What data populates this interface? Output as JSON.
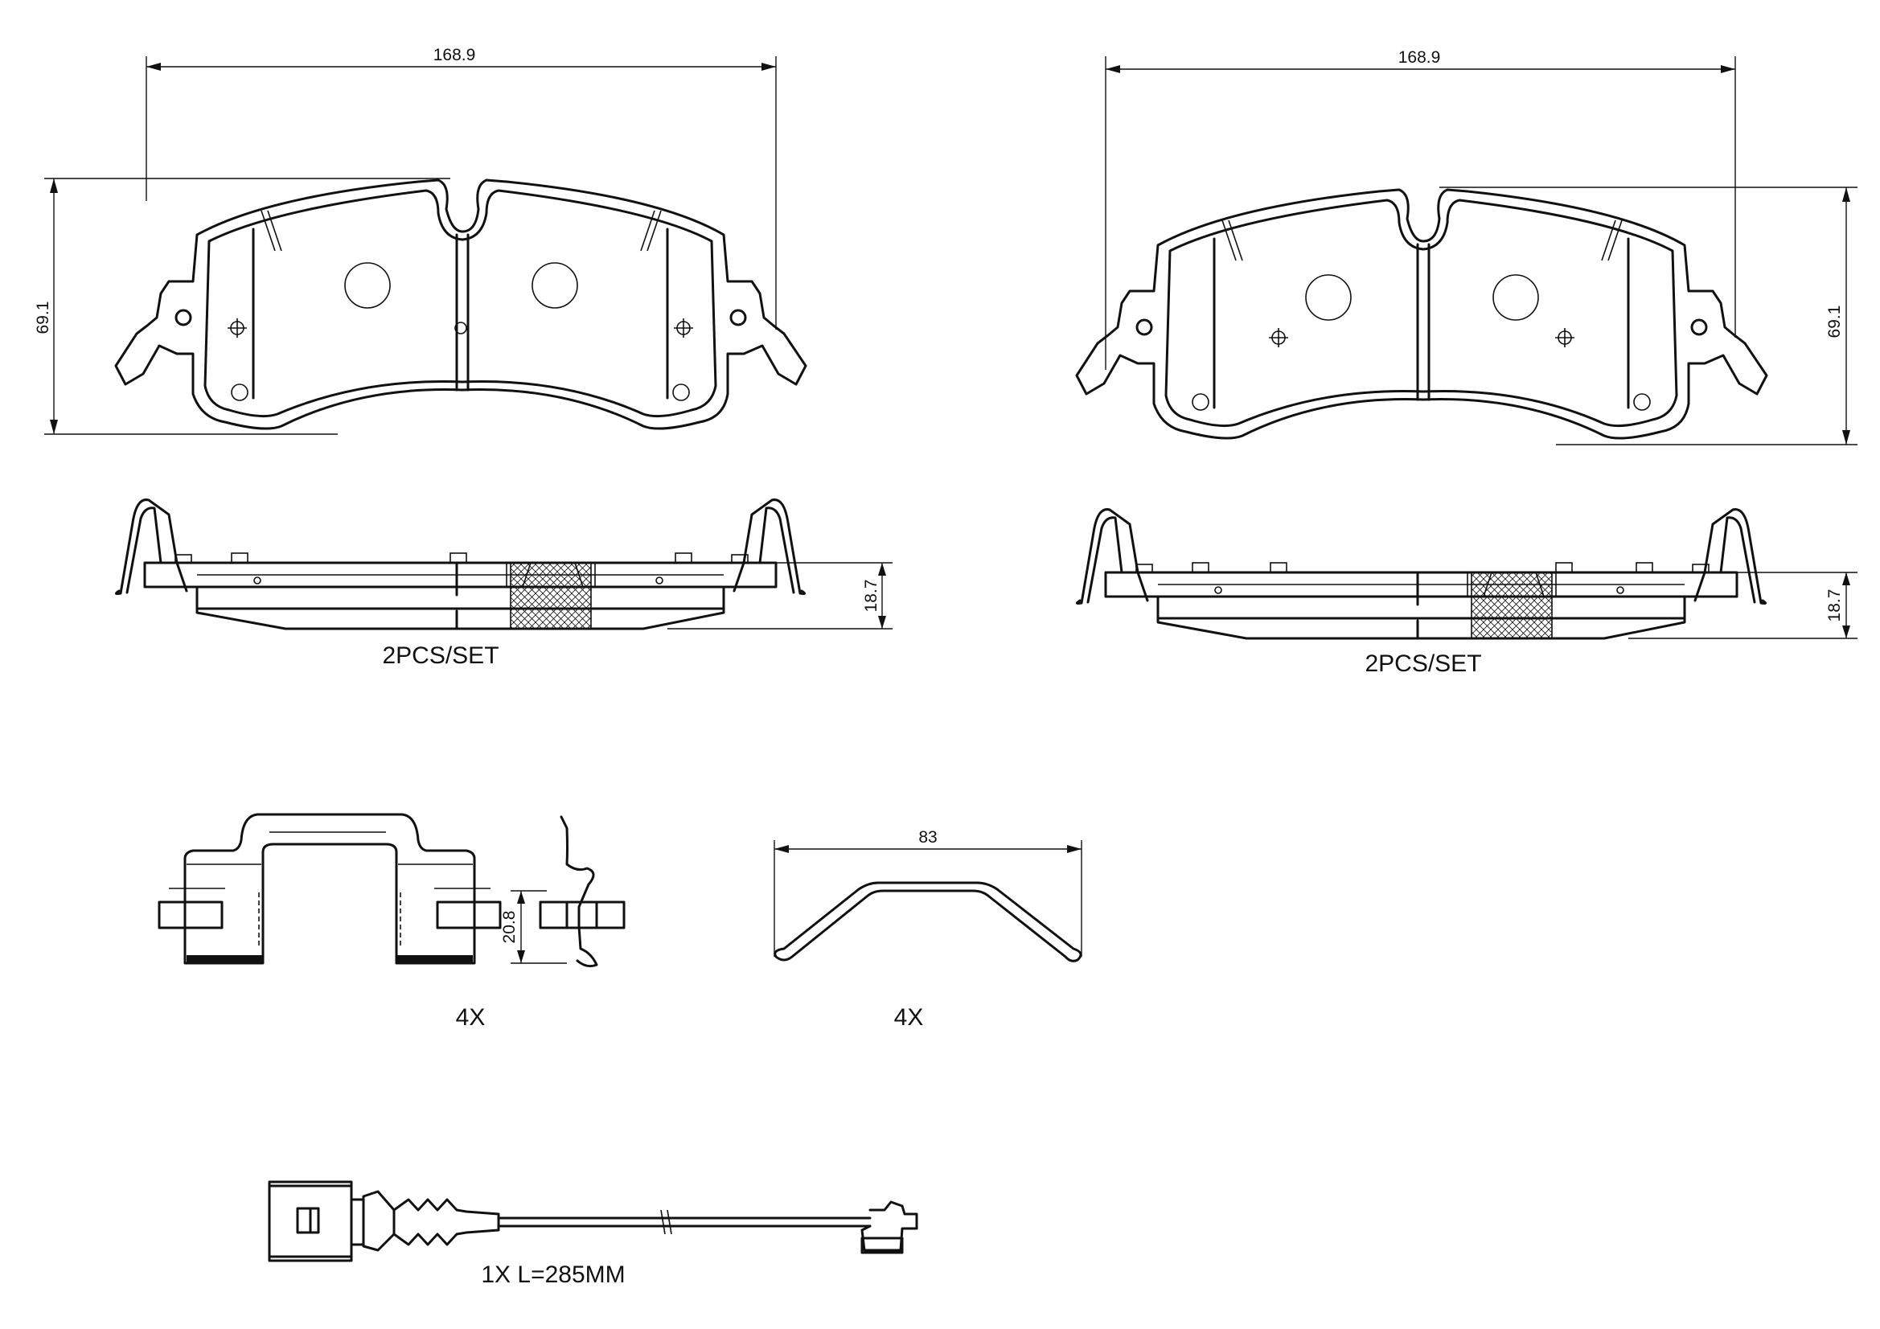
{
  "pads": [
    {
      "width_dim": "168.9",
      "height_dim": "69.1",
      "thickness_dim": "18.7",
      "quantity": "2PCS/SET"
    },
    {
      "width_dim": "168.9",
      "height_dim": "69.1",
      "thickness_dim": "18.7",
      "quantity": "2PCS/SET"
    }
  ],
  "clip": {
    "height_dim": "20.8",
    "quantity": "4X"
  },
  "spring": {
    "width_dim": "83",
    "quantity": "4X"
  },
  "sensor": {
    "label": "1X L=285MM"
  }
}
